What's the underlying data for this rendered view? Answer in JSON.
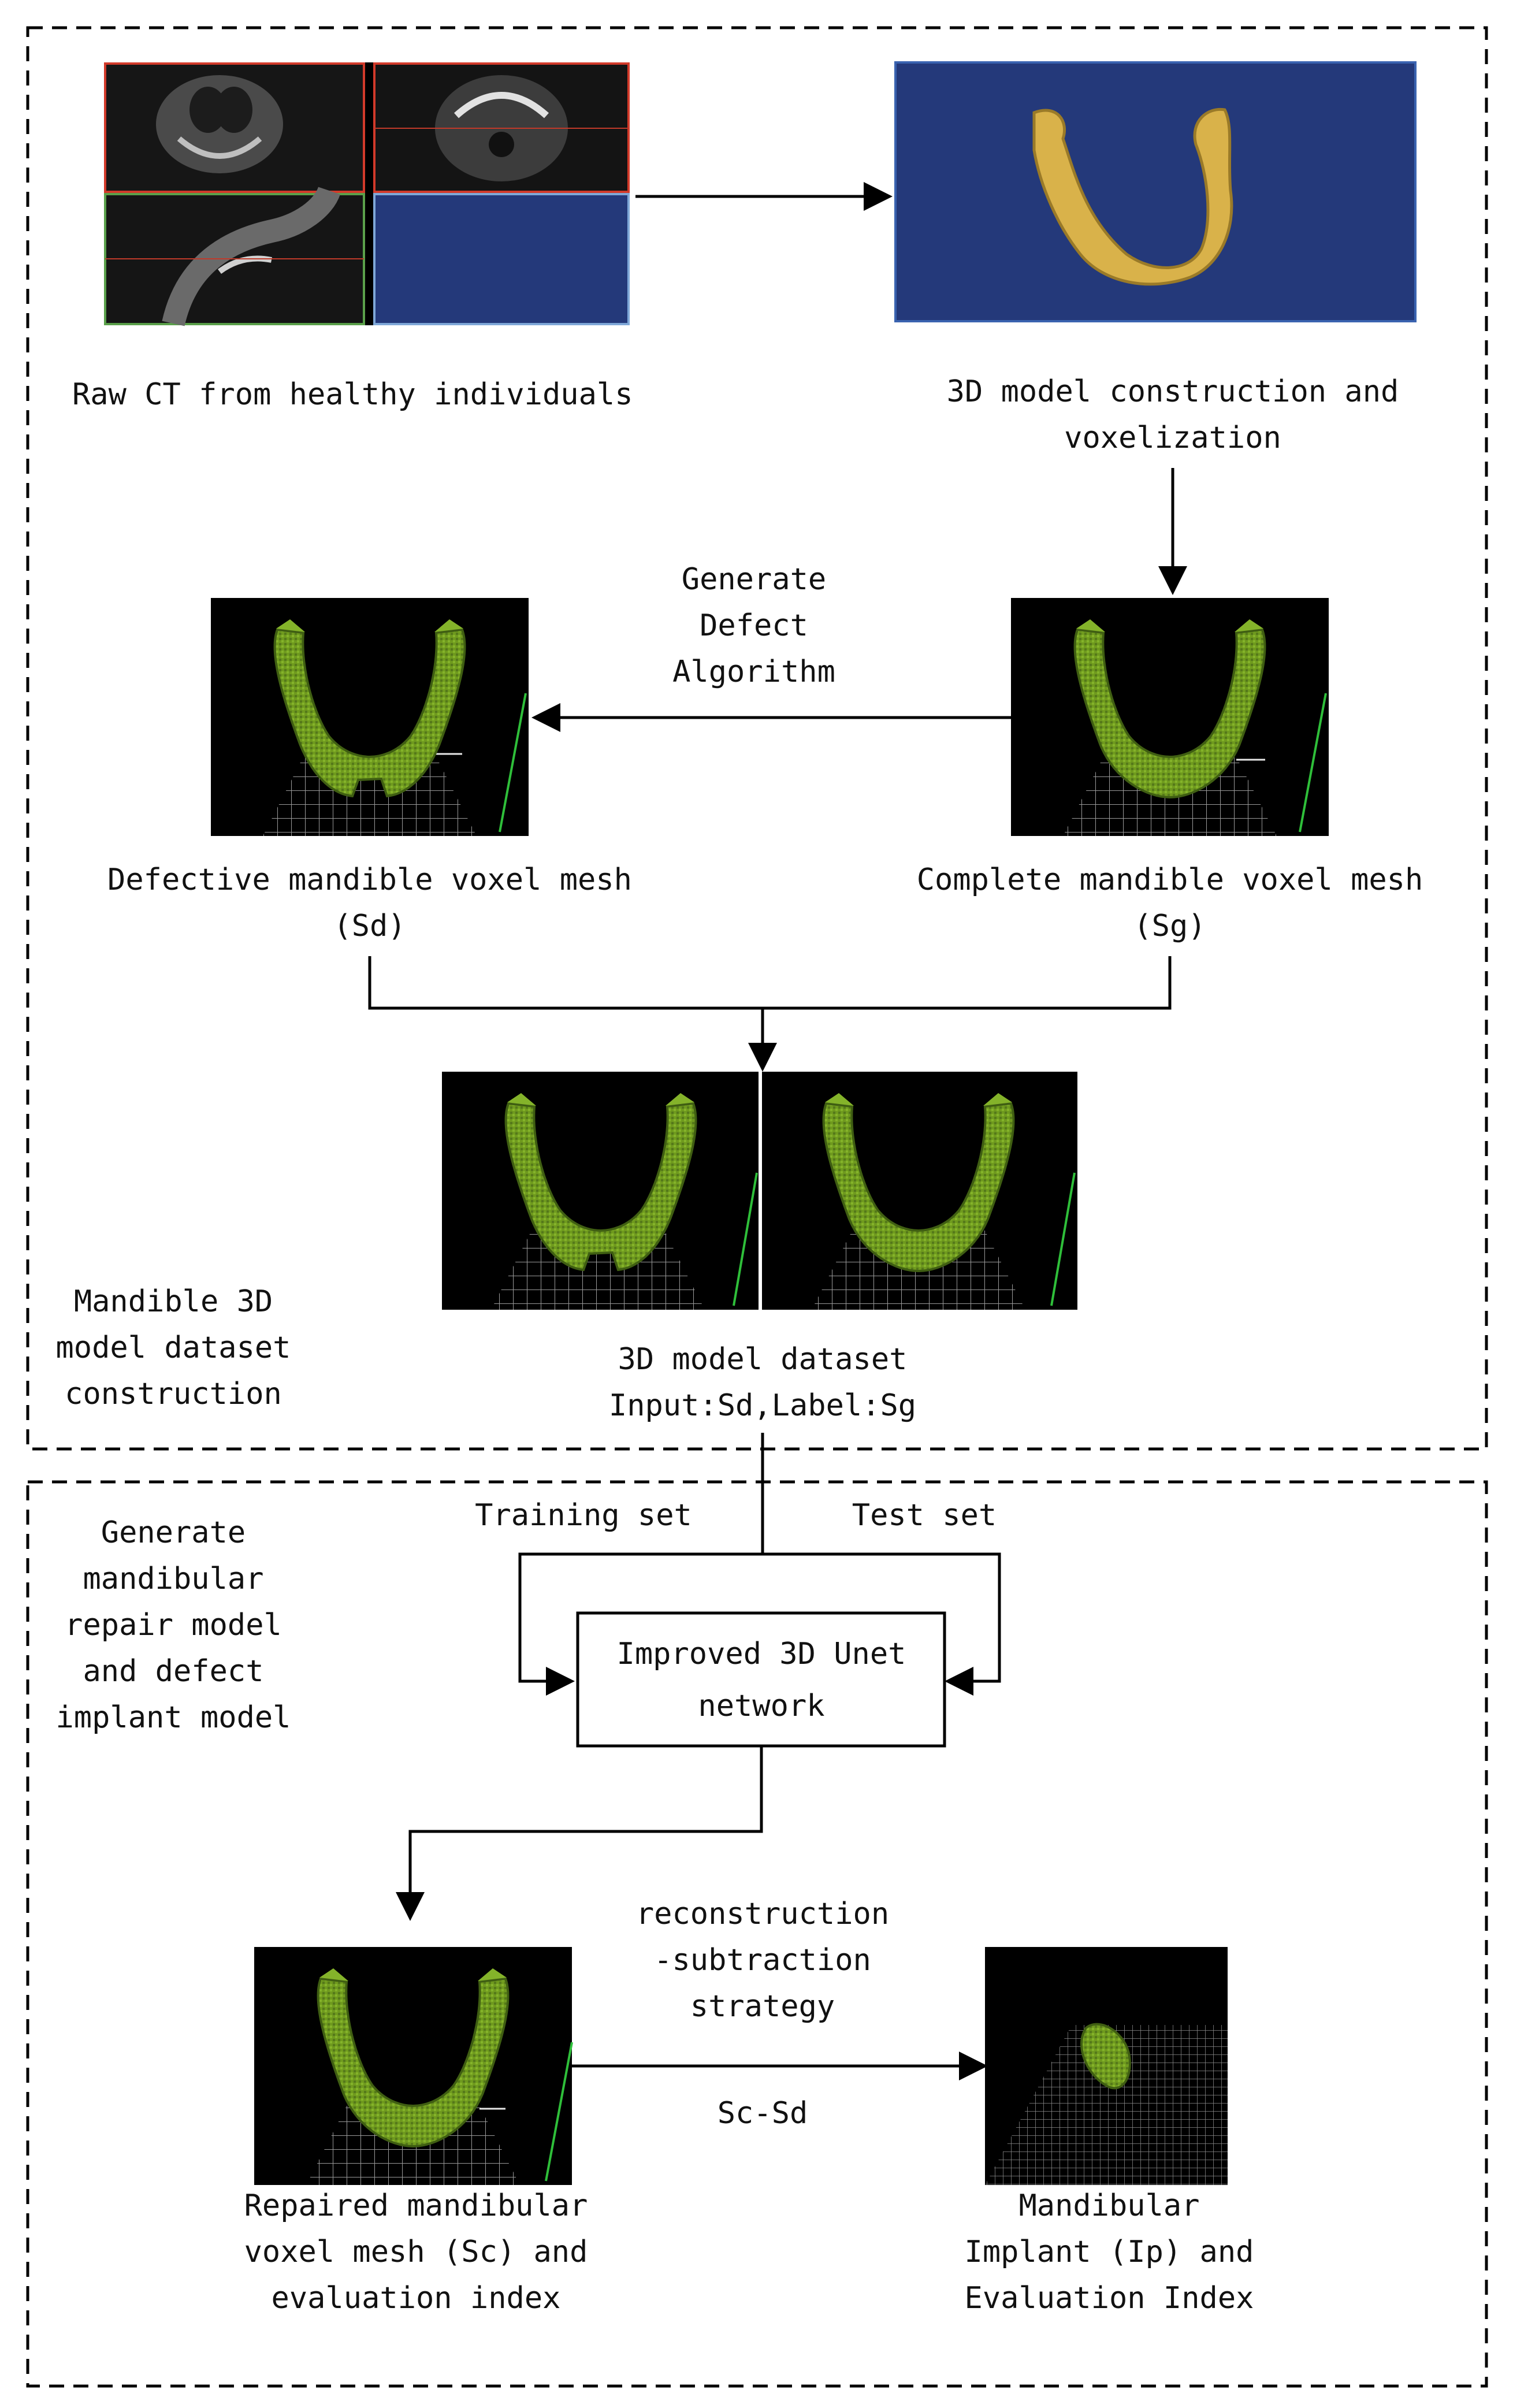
{
  "colors": {
    "panel_blue": "#24397a",
    "voxel_green": "#6f9a1e",
    "voxel_green_dark": "#3f5e12",
    "bone_yellow": "#d9b24a",
    "line": "#000000"
  },
  "top_section": {
    "raw_ct_label": "Raw CT from healthy individuals",
    "model_construction_label": [
      "3D model construction and",
      "voxelization"
    ],
    "generate_defect_label": [
      "Generate",
      "Defect",
      "Algorithm"
    ],
    "defective_mesh_label": [
      "Defective mandible voxel mesh",
      "(Sd)"
    ],
    "complete_mesh_label": [
      "Complete mandible voxel mesh",
      "(Sg)"
    ],
    "dataset_label": [
      "3D model dataset",
      "Input:Sd,Label:Sg"
    ],
    "section_label": [
      "Mandible 3D",
      "model dataset",
      "construction"
    ]
  },
  "bottom_section": {
    "section_label": [
      "Generate",
      "mandibular",
      "repair model",
      "and defect",
      "implant model"
    ],
    "training_set_label": "Training set",
    "test_set_label": "Test set",
    "network_box_label": [
      "Improved 3D Unet",
      "network"
    ],
    "strategy_label": [
      "reconstruction",
      "-subtraction",
      "strategy"
    ],
    "subtraction_label": "Sc-Sd",
    "repaired_mesh_label": [
      "Repaired mandibular",
      "voxel mesh (Sc) and",
      "evaluation index"
    ],
    "implant_label": [
      "Mandibular",
      "Implant (Ip) and",
      "Evaluation Index"
    ]
  }
}
